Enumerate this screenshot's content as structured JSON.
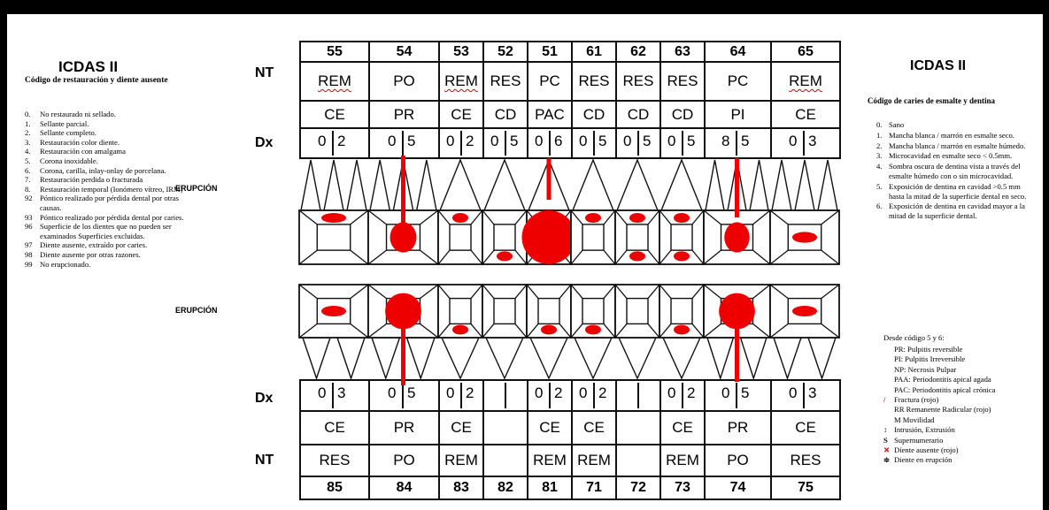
{
  "left_panel": {
    "title": "ICDAS II",
    "subtitle": "Código de restauración y diente ausente",
    "codes": [
      {
        "n": "0.",
        "t": "No restaurado ni sellado."
      },
      {
        "n": "1.",
        "t": "Sellante parcial."
      },
      {
        "n": "2.",
        "t": "Sellante completo."
      },
      {
        "n": "3.",
        "t": "Restauración color diente."
      },
      {
        "n": "4.",
        "t": "Restauración con amalgama"
      },
      {
        "n": "5.",
        "t": "Corona inoxidable."
      },
      {
        "n": "6.",
        "t": "Corona, carilla, inlay-onlay de porcelana."
      },
      {
        "n": "7.",
        "t": "Restauración perdida o fracturada"
      },
      {
        "n": "8.",
        "t": "Restauración temporal (Ionómero vítreo, IRM)"
      },
      {
        "n": "92",
        "t": "Póntico realizado por pérdida dental por otras causas."
      },
      {
        "n": "93",
        "t": "Póntico realizado por pérdida dental por caries."
      },
      {
        "n": "96",
        "t": "Superficie de los dientes que no pueden ser examinados Superficies excluidas."
      },
      {
        "n": "97",
        "t": "Diente ausente, extraído por caries."
      },
      {
        "n": "98",
        "t": "Diente ausente por otras razones."
      },
      {
        "n": "99",
        "t": "No erupcionado."
      }
    ]
  },
  "right_panel": {
    "title": "ICDAS II",
    "subtitle": "Código de caries de esmalte y dentina",
    "codes": [
      {
        "n": "0.",
        "t": "Sano"
      },
      {
        "n": "1.",
        "t": "Mancha blanca / marrón en esmalte seco."
      },
      {
        "n": "2.",
        "t": "Mancha blanca / marrón en esmalte húmedo."
      },
      {
        "n": "3.",
        "t": "Microcavidad en esmalte seco < 0.5mm."
      },
      {
        "n": "4.",
        "t": "Sombra oscura de dentina vista a través del esmalte húmedo con o sin microcavidad."
      },
      {
        "n": "5.",
        "t": "Exposición de dentina en cavidad >0.5 mm hasta la mitad de la superficie dental en seco."
      },
      {
        "n": "6.",
        "t": "Exposición de dentina en cavidad mayor a la mitad de la superficie dental."
      }
    ],
    "legend_title": "Desde código 5 y 6:",
    "legend": [
      {
        "sym": "",
        "t": "PR: Pulpitis reversible"
      },
      {
        "sym": "",
        "t": "PI: Pulpitis Irreversible"
      },
      {
        "sym": "",
        "t": "NP: Necrosis Pulpar"
      },
      {
        "sym": "",
        "t": "PAA: Periodontitis apical agada"
      },
      {
        "sym": "",
        "t": "PAC: Periodontitis apical crónica"
      },
      {
        "sym": "/",
        "t": "Fractura (rojo)"
      },
      {
        "sym": "",
        "t": "RR Remanente Radicular (rojo)"
      },
      {
        "sym": "",
        "t": "M Movilidad"
      },
      {
        "sym": "↕",
        "t": "Intrusión, Extrusión"
      },
      {
        "sym": "S",
        "t": "Supernumerario"
      },
      {
        "sym": "✕",
        "t": "Diente ausente (rojo)"
      },
      {
        "sym": "≑",
        "t": "Diente en erupción"
      }
    ]
  },
  "row_labels": {
    "nt": "NT",
    "dx": "Dx",
    "erupcion": "ERUPCIÓN"
  },
  "upper": {
    "teeth": [
      "55",
      "54",
      "53",
      "52",
      "51",
      "61",
      "62",
      "63",
      "64",
      "65"
    ],
    "nt": [
      "REM",
      "PO",
      "REM",
      "RES",
      "PC",
      "RES",
      "RES",
      "RES",
      "PC",
      "REM"
    ],
    "state": [
      "CE",
      "PR",
      "CE",
      "CD",
      "PAC",
      "CD",
      "CD",
      "CD",
      "PI",
      "CE"
    ],
    "dx": [
      [
        "0",
        "2"
      ],
      [
        "0",
        "5"
      ],
      [
        "0",
        "2"
      ],
      [
        "0",
        "5"
      ],
      [
        "0",
        "6"
      ],
      [
        "0",
        "5"
      ],
      [
        "0",
        "5"
      ],
      [
        "0",
        "5"
      ],
      [
        "8",
        "5"
      ],
      [
        "0",
        "3"
      ]
    ]
  },
  "lower": {
    "teeth": [
      "85",
      "84",
      "83",
      "82",
      "81",
      "71",
      "72",
      "73",
      "74",
      "75"
    ],
    "nt": [
      "RES",
      "PO",
      "REM",
      "",
      "REM",
      "REM",
      "",
      "REM",
      "PO",
      "RES"
    ],
    "state": [
      "CE",
      "PR",
      "CE",
      "",
      "CE",
      "CE",
      "",
      "CE",
      "PR",
      "CE"
    ],
    "dx": [
      [
        "0",
        "3"
      ],
      [
        "0",
        "5"
      ],
      [
        "0",
        "2"
      ],
      [
        "",
        ""
      ],
      [
        "0",
        "2"
      ],
      [
        "0",
        "2"
      ],
      [
        "",
        ""
      ],
      [
        "0",
        "2"
      ],
      [
        "0",
        "5"
      ],
      [
        "0",
        "3"
      ]
    ]
  },
  "colors": {
    "mark": "#ee0000",
    "line": "#111111"
  }
}
